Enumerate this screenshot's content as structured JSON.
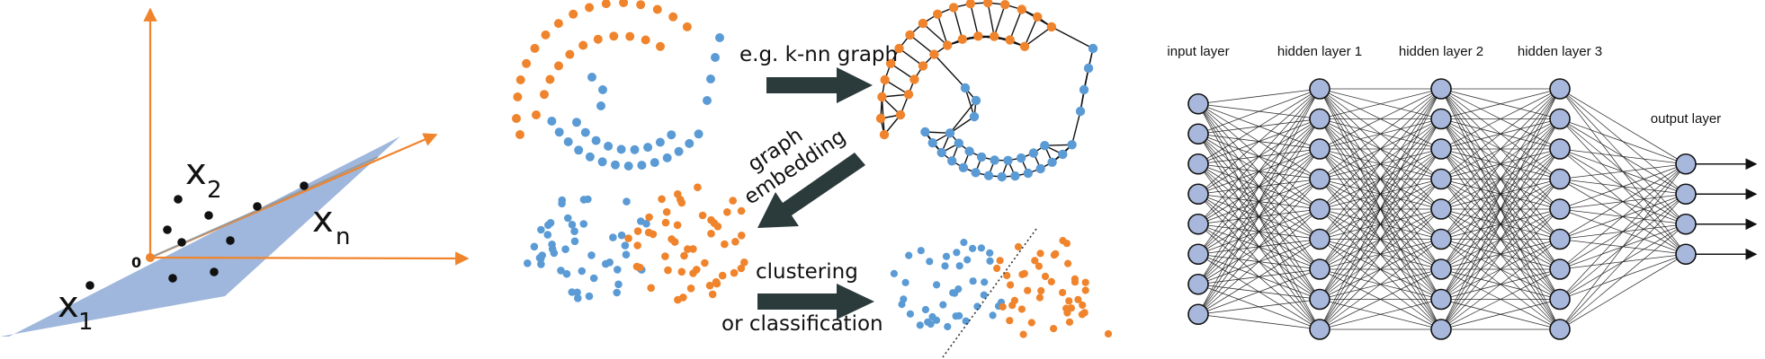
{
  "colors": {
    "orange": "#f0842c",
    "blue": "#5b9bd5",
    "plane": "#9fb7dc",
    "arrow": "#2b3a3b",
    "node_fill": "#a8b8dc",
    "edge": "#111111"
  },
  "panel_vector_space": {
    "origin_label": "0",
    "labels": [
      {
        "base": "x",
        "sub": "1"
      },
      {
        "base": "x",
        "sub": "2"
      },
      {
        "base": "x",
        "sub": "n"
      }
    ]
  },
  "panel_graph_pipeline": {
    "step1_label": "e.g. k-nn graph",
    "step2_label_line1": "graph",
    "step2_label_line2": "embedding",
    "step3_label_line1": "clustering",
    "step3_label_line2": "or classification"
  },
  "panel_neural_net": {
    "layers": [
      {
        "label": "input layer",
        "nodes": 8
      },
      {
        "label": "hidden layer 1",
        "nodes": 9
      },
      {
        "label": "hidden layer 2",
        "nodes": 9
      },
      {
        "label": "hidden layer 3",
        "nodes": 9
      },
      {
        "label": "output layer",
        "nodes": 4
      }
    ]
  }
}
